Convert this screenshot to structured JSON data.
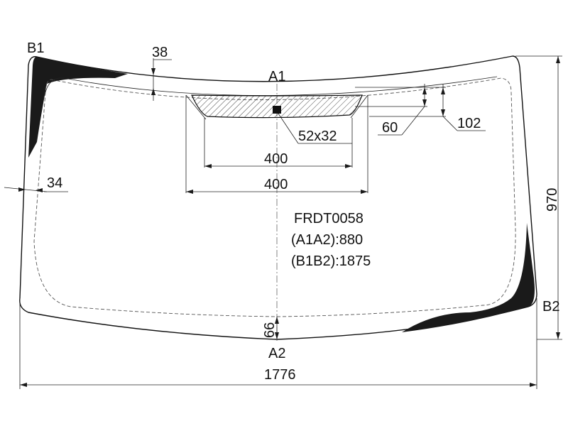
{
  "diagram": {
    "part_code": "FRDT0058",
    "a1a2": "(A1A2):880",
    "b1b2": "(B1B2):1875",
    "points": {
      "a1": "A1",
      "a2": "A2",
      "b1": "B1",
      "b2": "B2"
    },
    "dims": {
      "top_offset": "38",
      "side_offset": "34",
      "sensor_size": "52x32",
      "inner_width": "400",
      "outer_width": "400",
      "sensor_gap": "60",
      "sensor_height": "102",
      "total_height": "970",
      "bottom_offset": "66",
      "total_width": "1776"
    }
  }
}
